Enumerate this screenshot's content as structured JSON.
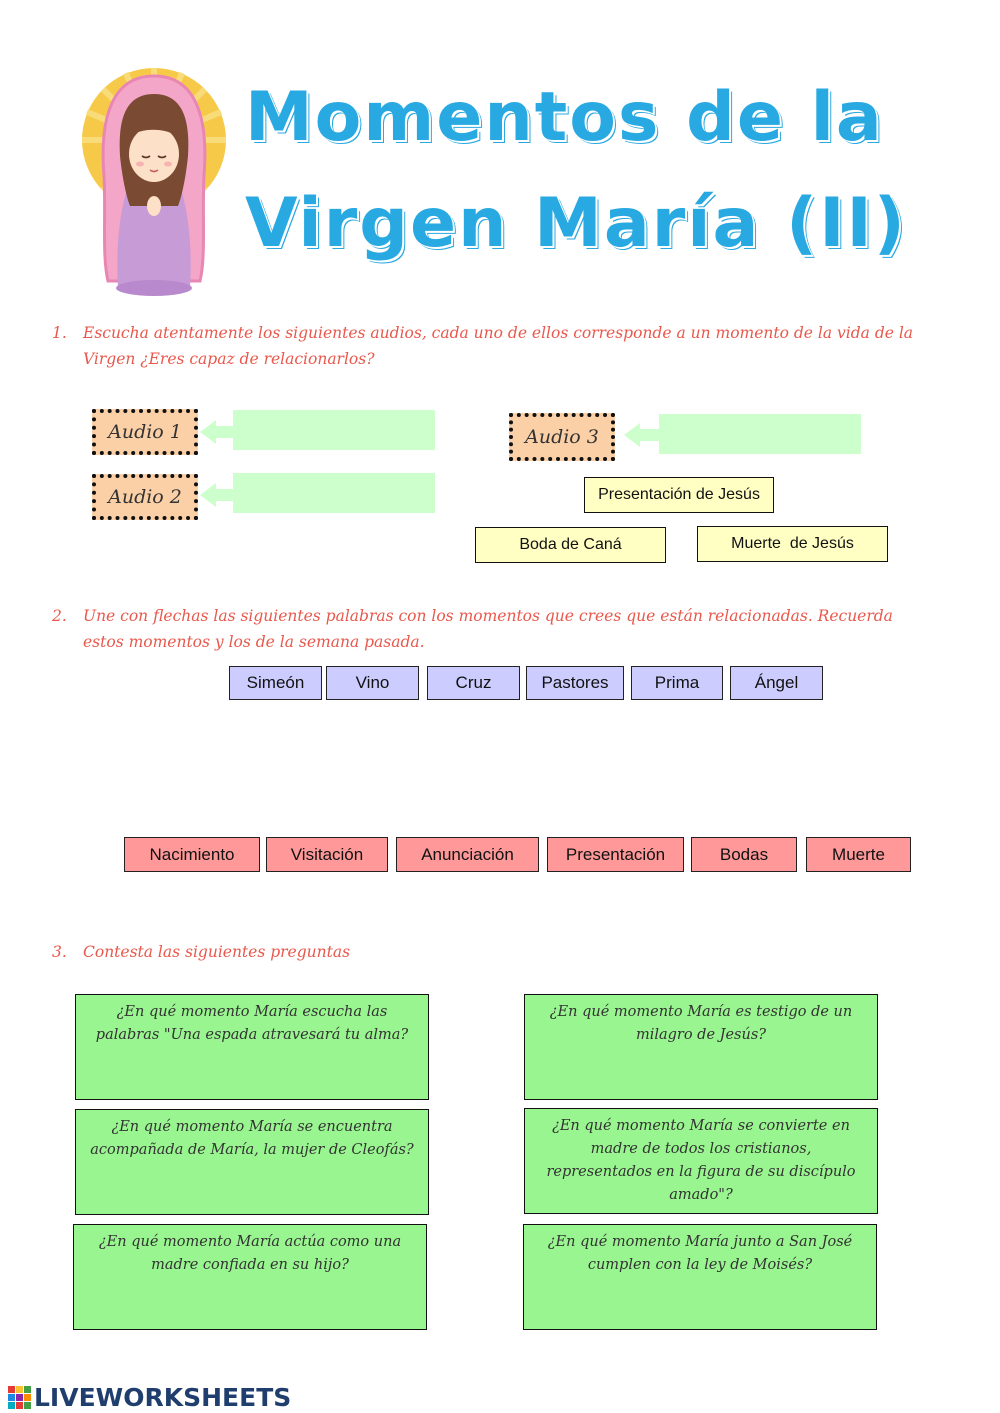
{
  "title": {
    "line1": "Momentos de la",
    "line2": "Virgen María (II)"
  },
  "section1": {
    "number": "1.",
    "instruction": "Escucha atentamente los siguientes audios, cada uno de ellos corresponde a un momento de la vida de la Virgen ¿Eres capaz de relacionarlos?",
    "audios": [
      {
        "label": "Audio 1",
        "answer": ""
      },
      {
        "label": "Audio 2",
        "answer": ""
      },
      {
        "label": "Audio 3",
        "answer": ""
      }
    ],
    "options": [
      "Presentación de Jesús",
      "Boda de Caná",
      "Muerte  de Jesús"
    ]
  },
  "section2": {
    "number": "2.",
    "instruction": "Une con flechas las siguientes palabras con los momentos que crees que están relacionadas. Recuerda estos momentos y los de la semana pasada.",
    "words": [
      "Simeón",
      "Vino",
      "Cruz",
      "Pastores",
      "Prima",
      "Ángel"
    ],
    "moments": [
      "Nacimiento",
      "Visitación",
      "Anunciación",
      "Presentación",
      "Bodas",
      "Muerte"
    ]
  },
  "section3": {
    "number": "3.",
    "instruction": "Contesta las siguientes preguntas",
    "questions": [
      "¿En qué momento María escucha las palabras \"Una espada atravesará tu alma?",
      "¿En qué momento María es testigo de un milagro de Jesús?",
      "¿En qué momento María se encuentra acompañada de María, la mujer de Cleofás?",
      "¿En qué momento María se convierte en madre de todos los cristianos, representados en la figura de su discípulo amado\"?",
      "¿En qué momento María actúa como una madre confiada en su hijo?",
      "¿En qué momento María junto a San José cumplen con la ley de Moisés?"
    ]
  },
  "footer": {
    "brand": "LIVEWORKSHEETS"
  },
  "colors": {
    "title": "#29a9e1",
    "instruction": "#e8584c",
    "audio_box": "#fcd0a6",
    "answer_field": "#ccffcc",
    "option_box": "#ffffc4",
    "word_box": "#ccccff",
    "moment_box": "#ff9999",
    "question_box": "#99f58f"
  }
}
